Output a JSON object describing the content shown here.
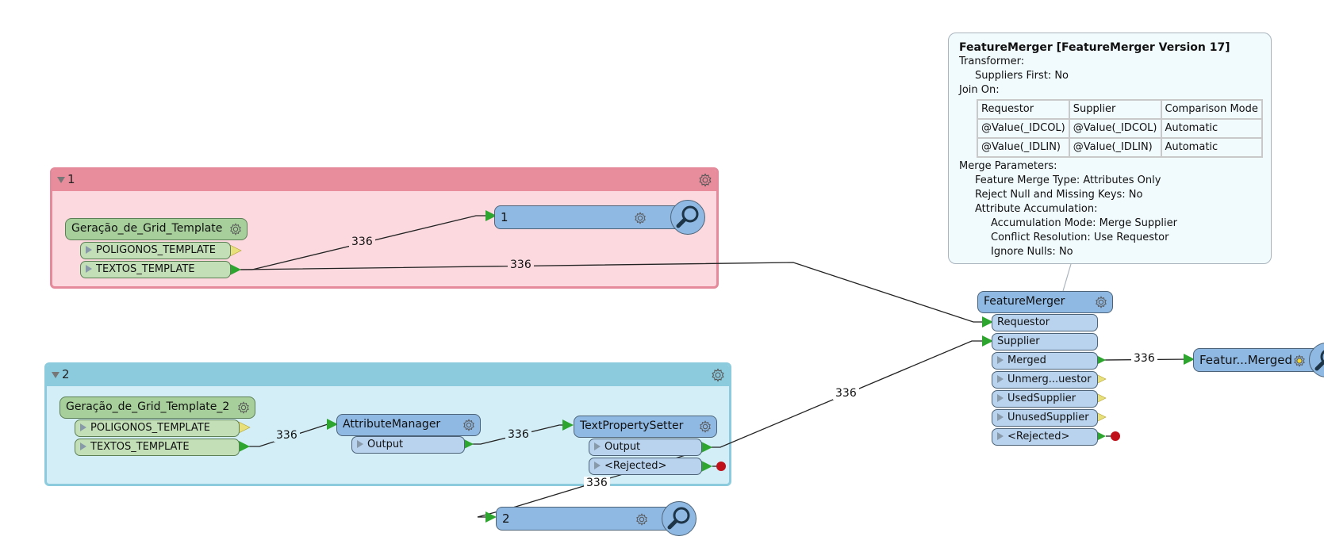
{
  "bookmarks": [
    {
      "title": "1",
      "color": "#fcd9df",
      "header_color": "#e88d9c"
    },
    {
      "title": "2",
      "color": "#d3eef7",
      "header_color": "#8ccbdd"
    }
  ],
  "nodes": {
    "grid1": {
      "label": "Geração_de_Grid_Template",
      "ports": [
        "POLIGONOS_TEMPLATE",
        "TEXTOS_TEMPLATE"
      ]
    },
    "grid2": {
      "label": "Geração_de_Grid_Template_2",
      "ports": [
        "POLIGONOS_TEMPLATE",
        "TEXTOS_TEMPLATE"
      ]
    },
    "attribute_manager": {
      "label": "AttributeManager",
      "ports": [
        "Output"
      ]
    },
    "text_property_setter": {
      "label": "TextPropertySetter",
      "ports": [
        "Output",
        "<Rejected>"
      ]
    },
    "feature_merger": {
      "label": "FeatureMerger",
      "input_ports": [
        "Requestor",
        "Supplier"
      ],
      "output_ports": [
        "Merged",
        "Unmerg...uestor",
        "UsedSupplier",
        "UnusedSupplier",
        "<Rejected>"
      ]
    },
    "inspector1": {
      "label": "1"
    },
    "inspector2": {
      "label": "2"
    },
    "inspector_merged": {
      "label": "Featur...Merged"
    }
  },
  "link_counts": {
    "grid1_to_inspector1": "336",
    "grid1_to_requestor": "336",
    "grid2_to_attr": "336",
    "attr_to_tps": "336",
    "tps_to_supplier": "336",
    "tps_to_inspector2": "336",
    "merged_to_inspector": "336"
  },
  "tooltip": {
    "title": "FeatureMerger [FeatureMerger Version 17]",
    "transformer_label": "Transformer:",
    "suppliers_first": "Suppliers First: No",
    "join_on_label": "Join On:",
    "join_table": {
      "headers": [
        "Requestor",
        "Supplier",
        "Comparison Mode"
      ],
      "rows": [
        [
          "@Value(_IDCOL)",
          "@Value(_IDCOL)",
          "Automatic"
        ],
        [
          "@Value(_IDLIN)",
          "@Value(_IDLIN)",
          "Automatic"
        ]
      ]
    },
    "merge_params_label": "Merge Parameters:",
    "feature_merge_type": "Feature Merge Type: Attributes Only",
    "reject_null": "Reject Null and Missing Keys: No",
    "attr_accum_label": "Attribute Accumulation:",
    "accum_mode": "Accumulation Mode: Merge Supplier",
    "conflict_resolution": "Conflict Resolution: Use Requestor",
    "ignore_nulls": "Ignore Nulls: No"
  },
  "colors": {
    "transformer": "#8fb9e3",
    "port": "#b9d3ee",
    "reader": "#a6cf9b",
    "connected_port": "#2ea52e",
    "unconnected_port": "#e8e07a",
    "rejected_dot": "#c0101a"
  }
}
